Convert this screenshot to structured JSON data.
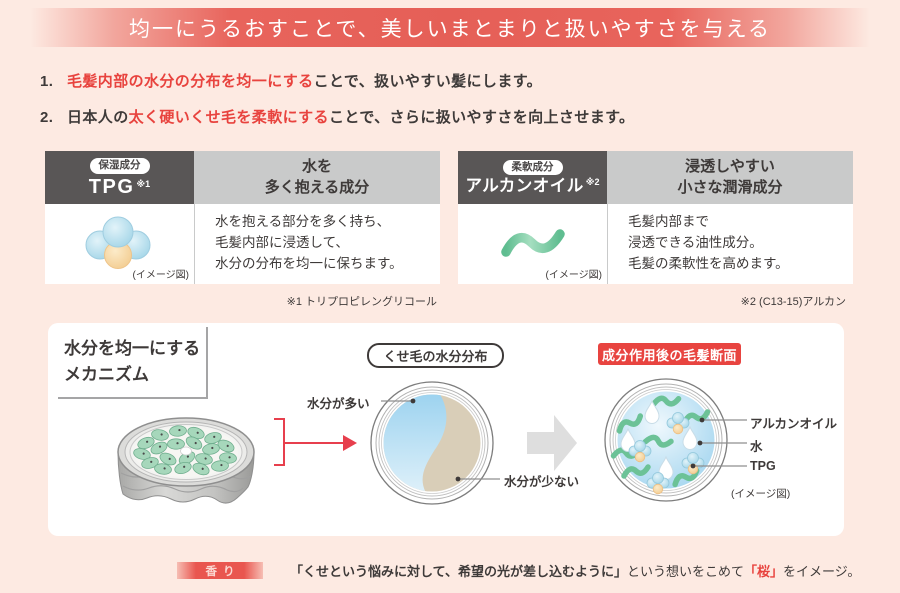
{
  "banner": {
    "title": "均一にうるおすことで、美しいまとまりと扱いやすさを与える"
  },
  "points": [
    {
      "num": "1.",
      "segments": [
        {
          "text": "毛髪内部の水分の分布を均一にする"
        },
        {
          "text": "ことで、扱いやすい髪にします。"
        }
      ]
    },
    {
      "num": "2.",
      "segments": [
        {
          "text": "日本人の"
        },
        {
          "text": "太く硬いくせ毛を柔軟にする"
        },
        {
          "text": "ことで、さらに扱いやすさを向上させます。"
        }
      ]
    }
  ],
  "cards": [
    {
      "badge": "保湿成分",
      "name": "TPG",
      "ref": "※1",
      "subtitle": "水を\n多く抱える成分",
      "description": "水を抱える部分を多く持ち、\n毛髪内部に浸透して、\n水分の分布を均一に保ちます。",
      "caption": "(イメージ図)",
      "footnote": "※1 トリプロピレングリコール"
    },
    {
      "badge": "柔軟成分",
      "name": "アルカンオイル",
      "ref": "※2",
      "subtitle": "浸透しやすい\n小さな潤滑成分",
      "description": "毛髪内部まで\n浸透できる油性成分。\n毛髪の柔軟性を高めます。",
      "caption": "(イメージ図)",
      "footnote": "※2 (C13-15)アルカン"
    }
  ],
  "mechanism": {
    "title": "水分を均一にする\nメカニズム",
    "before_label": "くせ毛の水分分布",
    "after_label": "成分作用後の毛髪断面",
    "annotation_more_water": "水分が多い",
    "annotation_less_water": "水分が少ない",
    "annotation_alkane": "アルカンオイル",
    "annotation_water": "水",
    "annotation_tpg": "TPG",
    "caption": "(イメージ図)"
  },
  "fragrance": {
    "badge": "香り",
    "segments": [
      {
        "text": "「くせという悩みに対して、希望の光が差し込むように」"
      },
      {
        "text": "という想いをこめて"
      },
      {
        "text": "「桜」"
      },
      {
        "text": "をイメージ。"
      }
    ]
  },
  "colors": {
    "accent_red": "#e8433e",
    "banner_red": "#e5615a",
    "dark_gray": "#595656",
    "light_gray": "#c9caca",
    "green": "#6cc297",
    "blue": "#a6d9ea",
    "tan": "#d9ceb8"
  }
}
